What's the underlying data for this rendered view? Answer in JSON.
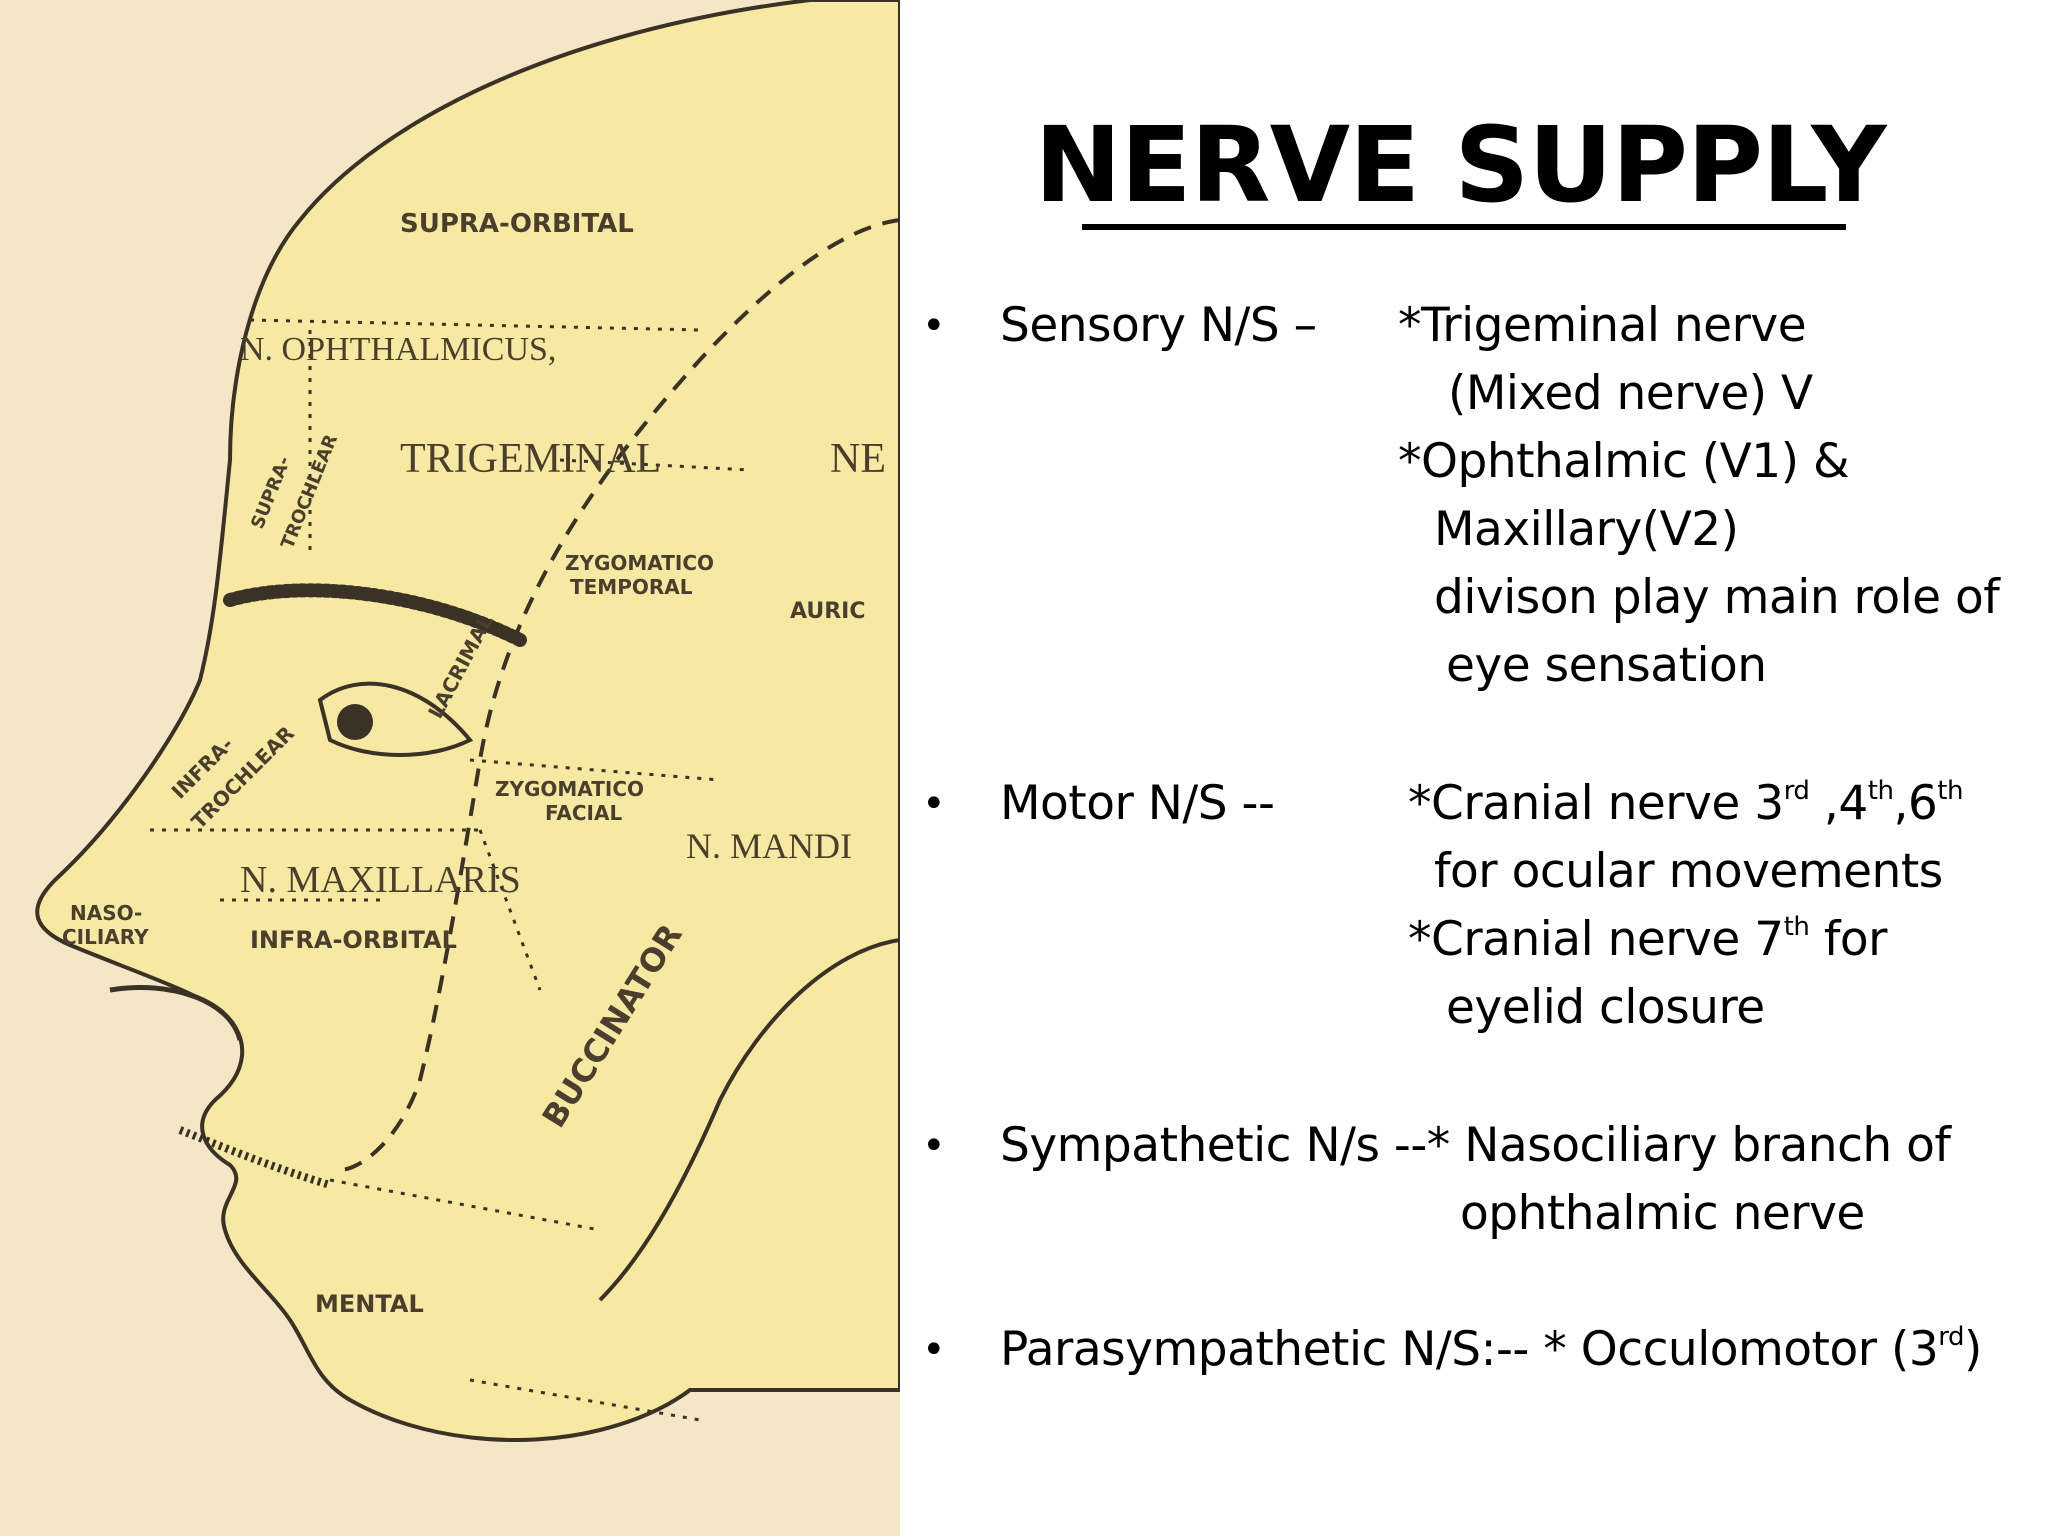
{
  "slide": {
    "title": "NERVE SUPPLY",
    "bullet_glyph": "•",
    "sections": {
      "sensory": {
        "label": "Sensory N/S –",
        "line1": "*Trigeminal nerve",
        "line2": "(Mixed nerve) V",
        "line3": "*Ophthalmic (V1) &",
        "line4": "Maxillary(V2)",
        "line5": "divison play main role of",
        "line6": "eye sensation"
      },
      "motor": {
        "label": "Motor N/S  --",
        "line1_prefix": "*Cranial nerve 3",
        "line1_sup1": "rd",
        "line1_mid1": " ,4",
        "line1_sup2": "th",
        "line1_mid2": ",6",
        "line1_sup3": "th",
        "line2": "for ocular movements",
        "line3_prefix": "*Cranial nerve 7",
        "line3_sup": "th",
        "line3_suffix": " for",
        "line4": "eyelid closure"
      },
      "sympathetic": {
        "label": "Sympathetic N/s --* Nasociliary branch of",
        "line2": "ophthalmic nerve"
      },
      "parasympathetic": {
        "prefix": "Parasympathetic N/S:-- * Occulomotor (3",
        "sup": "rd",
        "suffix": ")"
      }
    }
  },
  "illustration": {
    "labels": {
      "supra_orbital": "SUPRA-ORBITAL",
      "n_ophthalmicus": "N. OPHTHALMICUS,",
      "trigeminal": "TRIGEMINAL",
      "trigeminal_cut": "NE",
      "supra_trochlear_1": "SUPRA-",
      "supra_trochlear_2": "TROCHLEAR",
      "zygomatico_temporal_1": "ZYGOMATICO",
      "zygomatico_temporal_2": "TEMPORAL",
      "auric": "AURIC",
      "lacrimal": "LACRIMAL",
      "infra_trochlear_1": "INFRA-",
      "infra_trochlear_2": "TROCHLEAR",
      "zygomatico_facial_1": "ZYGOMATICO",
      "zygomatico_facial_2": "FACIAL",
      "n_mandi": "N. MANDI",
      "n_maxillaris": "N. MAXILLARIS",
      "naso_ciliary_1": "NASO-",
      "naso_ciliary_2": "CILIARY",
      "infra_orbital": "INFRA-ORBITAL",
      "buccinator": "BUCCINATOR",
      "mental": "MENTAL"
    },
    "colors": {
      "paper": "#f5e6c8",
      "face": "#f7e8a2",
      "outline": "#3b3226",
      "label": "#4a3f2e"
    }
  }
}
